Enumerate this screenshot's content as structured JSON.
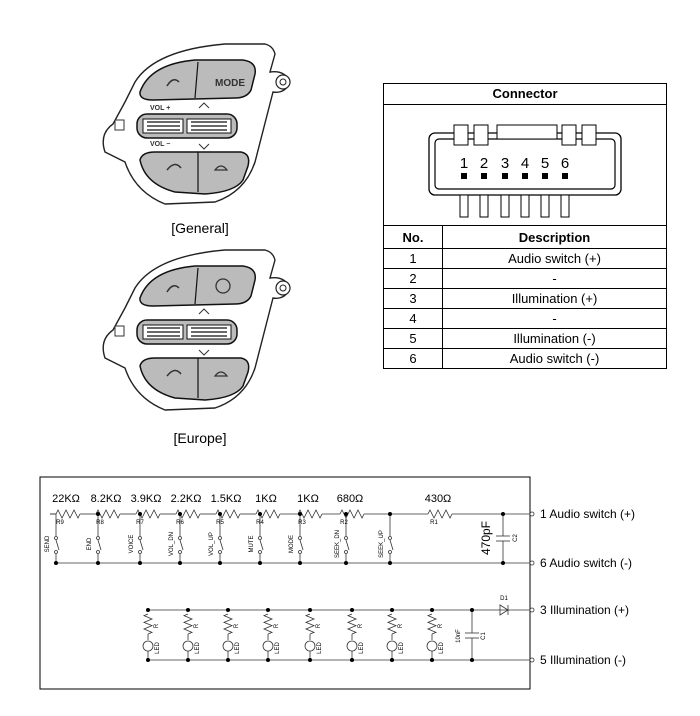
{
  "captions": {
    "general": "[General]",
    "europe": "[Europe]"
  },
  "switch_labels": {
    "mode": "MODE",
    "vol_plus": "VOL +",
    "vol_minus": "VOL −"
  },
  "connector": {
    "title": "Connector",
    "pins": [
      "1",
      "2",
      "3",
      "4",
      "5",
      "6"
    ],
    "headers": {
      "no": "No.",
      "desc": "Description"
    },
    "rows": [
      {
        "no": "1",
        "desc": "Audio switch (+)"
      },
      {
        "no": "2",
        "desc": "-"
      },
      {
        "no": "3",
        "desc": "Illumination (+)"
      },
      {
        "no": "4",
        "desc": "-"
      },
      {
        "no": "5",
        "desc": "Illumination (-)"
      },
      {
        "no": "6",
        "desc": "Audio switch (-)"
      }
    ]
  },
  "circuit": {
    "resistor_values": [
      "22KΩ",
      "8.2KΩ",
      "3.9KΩ",
      "2.2KΩ",
      "1.5KΩ",
      "1KΩ",
      "1KΩ",
      "680Ω",
      "430Ω"
    ],
    "resistor_names": [
      "R9",
      "R8",
      "R7",
      "R6",
      "R5",
      "R4",
      "R3",
      "R2",
      "R1"
    ],
    "switch_names": [
      "SEND",
      "END",
      "VOICE",
      "VOL_DN",
      "VOL_UP",
      "MUTE",
      "MODE",
      "SEEK_DN",
      "SEEK_UP"
    ],
    "capacitor": {
      "value": "470pF",
      "name": "C2"
    },
    "led_name": "LED",
    "led_res": "R",
    "c1": {
      "value": "10nF",
      "name": "C1"
    },
    "diode": "D1",
    "terminals": [
      "1 Audio switch (+)",
      "6 Audio switch (-)",
      "3 Illumination (+)",
      "5 Illumination (-)"
    ]
  }
}
